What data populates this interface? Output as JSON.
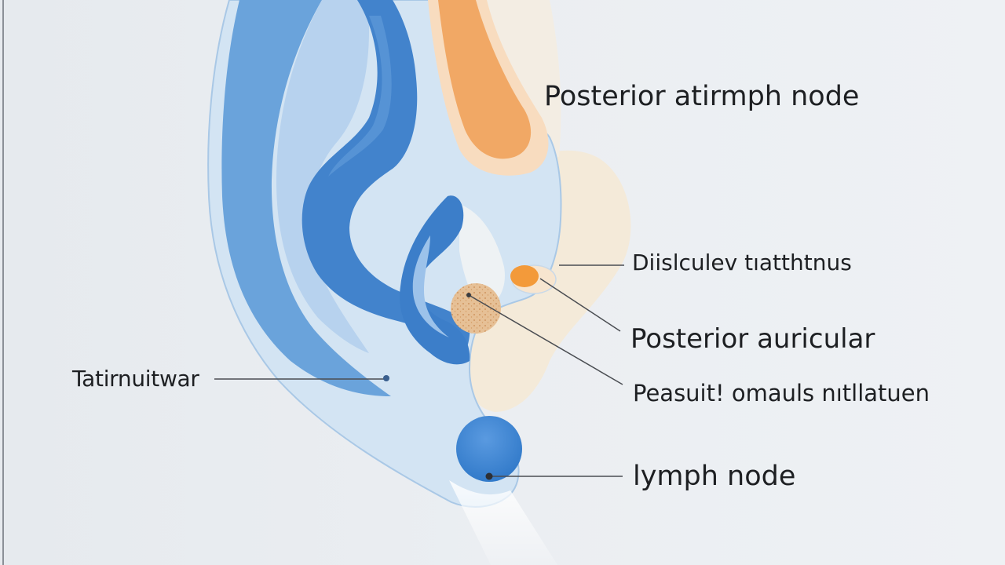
{
  "labels": {
    "posterior_atirmph_node": "Posterior atirmph node",
    "diislculev": "Diislculev tıatthtnus",
    "posterior_auricular": "Posterior auricular",
    "peasuit": "Peasuit! omauls nıtllatuen",
    "lymph_node": "lymph node",
    "tatirnuitwar": "Tatirnuitwar"
  },
  "colors": {
    "background": "#e9edf1",
    "ear_light_blue": "#d3e4f3",
    "helix_blue": "#6aa3db",
    "antihelix_blue": "#4283cc",
    "lobe_blue": "#3d86d6",
    "orange": "#f1a865",
    "node_orange": "#f39a3a",
    "cream": "#f4ead9",
    "tan": "#e6c096",
    "leader_line": "#4a4d52"
  }
}
